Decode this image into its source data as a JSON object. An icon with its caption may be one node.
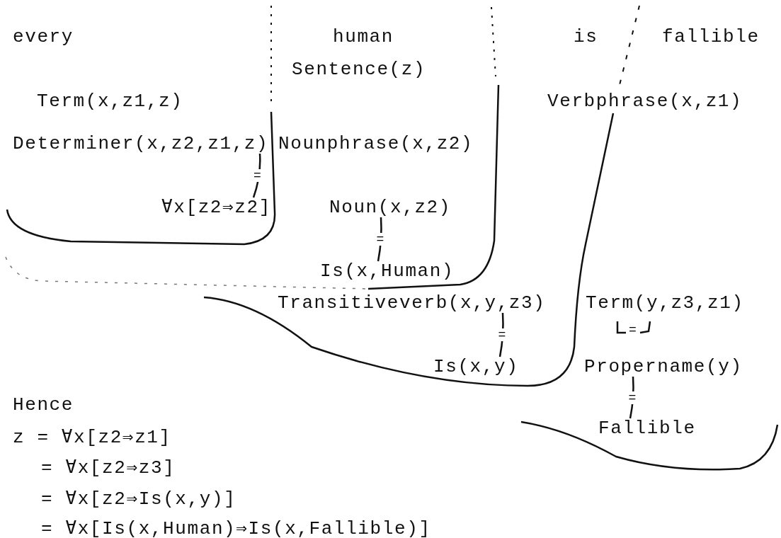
{
  "diagram": {
    "nodes": [
      {
        "text": [
          "Determiner(x,z2,z1,z)"
        ]
      },
      {
        "text": [
          "∀x[z2⇒z2]"
        ]
      },
      {
        "text": [
          "Noun(x,z2)"
        ]
      },
      {
        "text": [
          "Is(x,Human)"
        ]
      },
      {
        "text": [
          "Transitiveverb(x,y,z3)"
        ]
      },
      {
        "text": [
          "Is(x,y)"
        ]
      },
      {
        "text": [
          "Propername(y)"
        ]
      },
      {
        "text": [
          "Fallible"
        ]
      }
    ],
    "edges": [
      {
        "from": 0,
        "to": 1,
        "arrow": "none",
        "label": "="
      },
      {
        "from": 2,
        "to": 3,
        "arrow": "none",
        "label": "="
      },
      {
        "from": 4,
        "to": 5,
        "arrow": "none",
        "label": "="
      },
      {
        "from": 6,
        "to": 7,
        "arrow": "none",
        "label": "="
      }
    ],
    "labels": [
      "every",
      "human",
      "is",
      "fallible",
      "Sentence(z)",
      "Term(x,z1,z)",
      "Verbphrase(x,z1)",
      "Nounphrase(x,z2)",
      "Term(y,z3,z1)",
      "=",
      "Hence",
      "z = ∀x[z2⇒z1]",
      "= ∀x[z2⇒z3]",
      "= ∀x[z2⇒Is(x,y)]",
      "= ∀x[Is(x,Human)⇒Is(x,Fallible)]"
    ]
  }
}
